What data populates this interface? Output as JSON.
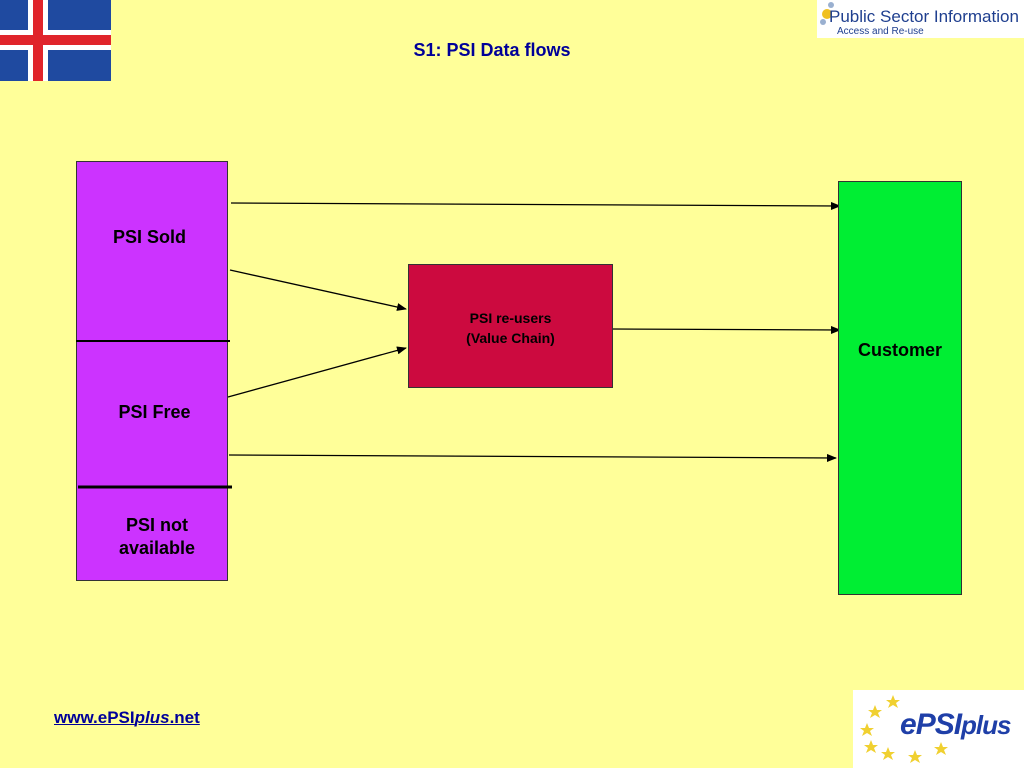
{
  "title": "S1: PSI Data flows",
  "logos": {
    "psi_line1": "Public Sector Information",
    "psi_line2": "Access and Re-use",
    "epsi_e": "e",
    "epsi_psi": "PSI",
    "epsi_plus": "plus"
  },
  "diagram": {
    "left_box": {
      "segments": [
        {
          "label": "PSI Sold"
        },
        {
          "label": "PSI Free"
        },
        {
          "label_line1": "PSI not",
          "label_line2": "available"
        }
      ]
    },
    "reusers": {
      "line1": "PSI re-users",
      "line2": "(Value Chain)"
    },
    "customer": {
      "label": "Customer"
    }
  },
  "footer": {
    "url_prefix": "www.ePSI",
    "url_italic": "plus",
    "url_suffix": ".net"
  },
  "colors": {
    "background": "#ffff99",
    "title": "#000099",
    "left_box": "#cc33ff",
    "reusers": "#cc0a3f",
    "customer": "#00ee33"
  }
}
